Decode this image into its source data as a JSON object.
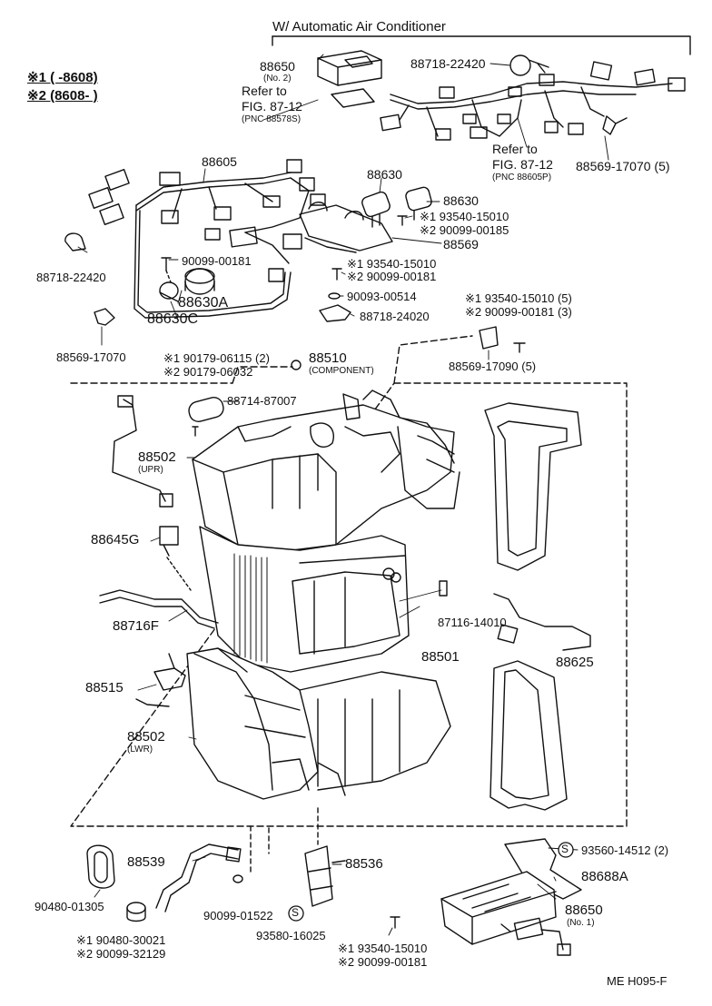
{
  "header": {
    "title": "W/ Automatic Air Conditioner"
  },
  "legend": {
    "l1": "※1 (      -8608)",
    "l2": "※2 (8608-      )"
  },
  "labels": {
    "p88650_top": "88650",
    "p88650_top_note": "(No. 2)",
    "refer1": "Refer to",
    "fig1": "FIG. 87-12",
    "pnc1": "(PNC 88578S)",
    "p88718_22420_top": "88718-22420",
    "refer2": "Refer to",
    "fig2": "FIG. 87-12",
    "pnc2": "(PNC 88605P)",
    "p88569_17070_5": "88569-17070 (5)",
    "p88605": "88605",
    "p88630_a": "88630",
    "p88630_b": "88630",
    "s1_93540_a": "※1 93540-15010",
    "s2_90099_185": "※2 90099-00185",
    "p88569": "88569",
    "p88718_22420_left": "88718-22420",
    "p90099_00181_left": "90099-00181",
    "p88630A": "88630A",
    "p88630C": "88630C",
    "s1_93540_b": "※1 93540-15010",
    "s2_90099_181_b": "※2 90099-00181",
    "p90093_00514": "90093-00514",
    "p88718_24020": "88718-24020",
    "s1_93540_c": "※1 93540-15010 (5)",
    "s2_90099_181_c": "※2 90099-00181 (3)",
    "p88569_17070_left": "88569-17070",
    "s1_90179": "※1 90179-06115 (2)",
    "s2_90179": "※2 90179-06032",
    "p88510": "88510",
    "p88510_note": "(COMPONENT)",
    "p88569_17090": "88569-17090 (5)",
    "p88714": "88714-87007",
    "p88502_upr": "88502",
    "p88502_upr_note": "(UPR)",
    "p88645G": "88645G",
    "p88716F": "88716F",
    "p87116": "87116-14010",
    "p88501": "88501",
    "p88625": "88625",
    "p88515": "88515",
    "p88502_lwr": "88502",
    "p88502_lwr_note": "(LWR)",
    "p88539": "88539",
    "p88536": "88536",
    "p93560": "93560-14512 (2)",
    "p88688A": "88688A",
    "p90480_01305": "90480-01305",
    "p90099_01522": "90099-01522",
    "p88650_bot": "88650",
    "p88650_bot_note": "(No. 1)",
    "p93580": "93580-16025",
    "s1_90480": "※1 90480-30021",
    "s2_90099_32129": "※2 90099-32129",
    "s1_93540_d": "※1 93540-15010",
    "s2_90099_181_d": "※2 90099-00181",
    "s_mark": "S",
    "code": "ME  H095-F"
  }
}
